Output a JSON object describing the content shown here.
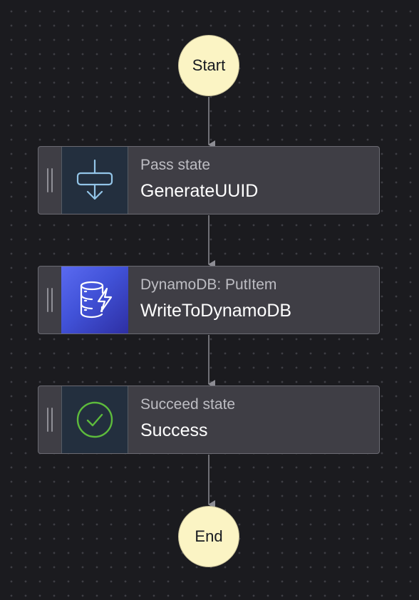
{
  "workflow": {
    "start_label": "Start",
    "end_label": "End",
    "states": [
      {
        "type_label": "Pass state",
        "name": "GenerateUUID",
        "icon": "pass-state-icon"
      },
      {
        "type_label": "DynamoDB: PutItem",
        "name": "WriteToDynamoDB",
        "icon": "dynamodb-icon"
      },
      {
        "type_label": "Succeed state",
        "name": "Success",
        "icon": "checkmark-circle-icon"
      }
    ]
  },
  "colors": {
    "canvas_background": "#1b1b1f",
    "terminal_fill": "#fbf4c4",
    "card_fill": "#3f3e45",
    "icon_tile": "#232f3e",
    "pass_icon_stroke": "#93c5e8",
    "dynamodb_tile": "#4152d8",
    "succeed_icon_stroke": "#5dbb3c",
    "connector": "#8d8d94"
  }
}
